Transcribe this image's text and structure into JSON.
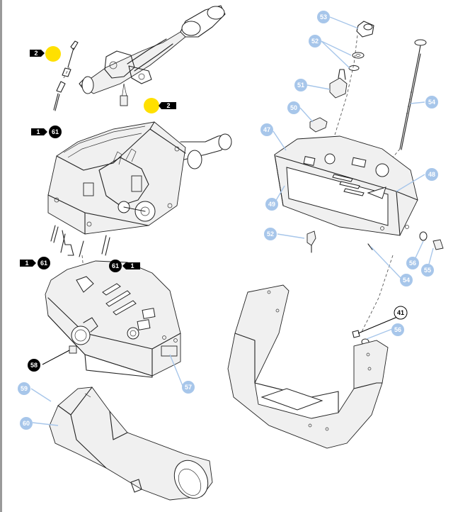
{
  "callouts_blue": [
    {
      "label": "53"
    },
    {
      "label": "52"
    },
    {
      "label": "51"
    },
    {
      "label": "50"
    },
    {
      "label": "54"
    },
    {
      "label": "47"
    },
    {
      "label": "48"
    },
    {
      "label": "49"
    },
    {
      "label": "52"
    },
    {
      "label": "56"
    },
    {
      "label": "55"
    },
    {
      "label": "54"
    },
    {
      "label": "56"
    },
    {
      "label": "57"
    },
    {
      "label": "59"
    },
    {
      "label": "60"
    }
  ],
  "callouts_black": [
    {
      "label": "61"
    },
    {
      "label": "61"
    },
    {
      "label": "61"
    },
    {
      "label": "58"
    }
  ],
  "tags": [
    {
      "label": "2"
    },
    {
      "label": "2"
    },
    {
      "label": "1"
    },
    {
      "label": "1"
    },
    {
      "label": "1"
    }
  ],
  "callout_outline": {
    "label": "41"
  },
  "colors": {
    "blue_callout": "#a7c6ea",
    "black_callout": "#000000",
    "highlight": "#ffe000",
    "line": "#222222"
  }
}
